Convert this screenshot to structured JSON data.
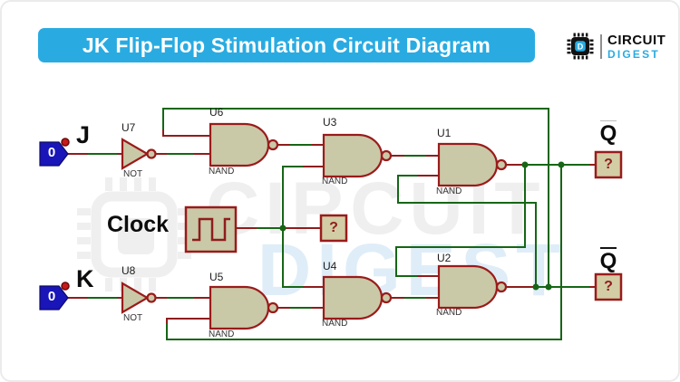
{
  "header": {
    "title": "JK Flip-Flop Stimulation Circuit Diagram",
    "logo": {
      "line1": "CIRCUIT",
      "line2": "DIGEST",
      "icon_letter": "D"
    }
  },
  "watermark": {
    "line1": "CIRCUIT",
    "line2": "DIGEST"
  },
  "circuit": {
    "inputs": [
      {
        "label": "J",
        "value": "0"
      },
      {
        "label": "K",
        "value": "0"
      }
    ],
    "clock": {
      "label": "Clock",
      "probe": "?"
    },
    "outputs": [
      {
        "label": "Q",
        "probe": "?"
      },
      {
        "label": "Q",
        "probe": "?"
      }
    ],
    "gates": [
      {
        "ref": "U7",
        "type": "NOT"
      },
      {
        "ref": "U6",
        "type": "NAND"
      },
      {
        "ref": "U3",
        "type": "NAND"
      },
      {
        "ref": "U1",
        "type": "NAND"
      },
      {
        "ref": "U8",
        "type": "NOT"
      },
      {
        "ref": "U5",
        "type": "NAND"
      },
      {
        "ref": "U4",
        "type": "NAND"
      },
      {
        "ref": "U2",
        "type": "NAND"
      }
    ]
  },
  "colors": {
    "accent": "#29ABE2",
    "wire": "#8F1D1D",
    "wire_active": "#166616",
    "gate_fill": "#C9C9A7",
    "gate_outline": "#9A1B1B",
    "input_tag": "#1915B8"
  }
}
